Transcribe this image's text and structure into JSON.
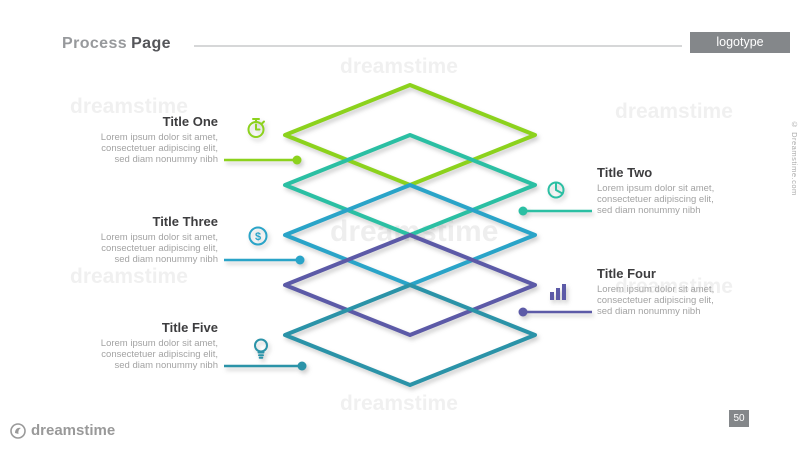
{
  "header": {
    "title_part1": "Process",
    "title_part2": "Page",
    "logotype": "logotype"
  },
  "footer": {
    "page_number": "50"
  },
  "watermark": {
    "brand": "dreamstime",
    "side_text": "© Dreamstime.com"
  },
  "diagram": {
    "dollar_glyph": "$",
    "items": [
      {
        "title": "Title One",
        "body": "Lorem ipsum dolor sit amet, consectetuer adipiscing elit, sed diam nonummy nibh",
        "color": "#8cd21d",
        "icon": "stopwatch-icon",
        "side": "left"
      },
      {
        "title": "Title Two",
        "body": "Lorem ipsum dolor sit amet, consectetuer adipiscing elit, sed diam nonummy nibh",
        "color": "#2bbfa3",
        "icon": "pie-chart-icon",
        "side": "right"
      },
      {
        "title": "Title Three",
        "body": "Lorem ipsum dolor sit amet, consectetuer adipiscing elit, sed diam nonummy nibh",
        "color": "#2aa4c8",
        "icon": "dollar-coin-icon",
        "side": "left"
      },
      {
        "title": "Title Four",
        "body": "Lorem ipsum dolor sit amet, consectetuer adipiscing elit, sed diam nonummy nibh",
        "color": "#5c5aa7",
        "icon": "bar-chart-icon",
        "side": "right"
      },
      {
        "title": "Title Five",
        "body": "Lorem ipsum dolor sit amet, consectetuer adipiscing elit, sed diam nonummy nibh",
        "color": "#2b93a8",
        "icon": "light-bulb-icon",
        "side": "left"
      }
    ]
  }
}
